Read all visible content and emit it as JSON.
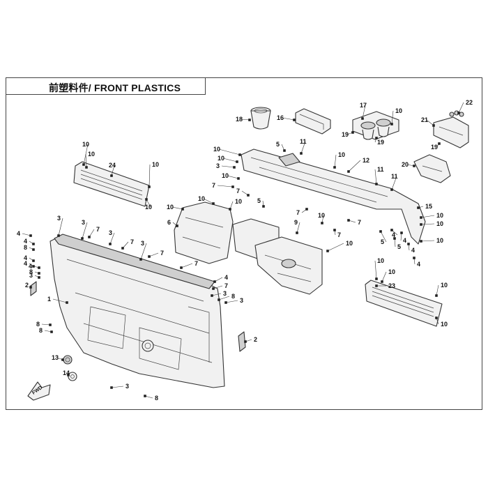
{
  "header": {
    "title": "前塑料件/ FRONT PLASTICS"
  },
  "fwd_label": "FWD",
  "callouts": [
    {
      "id": "c1",
      "label": "18"
    },
    {
      "id": "c2",
      "label": "16"
    },
    {
      "id": "c3",
      "label": "17"
    },
    {
      "id": "c4",
      "label": "10"
    },
    {
      "id": "c5",
      "label": "19"
    },
    {
      "id": "c6",
      "label": "19"
    },
    {
      "id": "c7",
      "label": "22"
    },
    {
      "id": "c8",
      "label": "21"
    },
    {
      "id": "c9",
      "label": "19"
    },
    {
      "id": "c10",
      "label": "5"
    },
    {
      "id": "c11",
      "label": "11"
    },
    {
      "id": "c12",
      "label": "10"
    },
    {
      "id": "c13",
      "label": "10"
    },
    {
      "id": "c14",
      "label": "3"
    },
    {
      "id": "c15",
      "label": "10"
    },
    {
      "id": "c16",
      "label": "12"
    },
    {
      "id": "c17",
      "label": "20"
    },
    {
      "id": "c18",
      "label": "10"
    },
    {
      "id": "c19",
      "label": "10"
    },
    {
      "id": "c20",
      "label": "24"
    },
    {
      "id": "c21",
      "label": "10"
    },
    {
      "id": "c22",
      "label": "10"
    },
    {
      "id": "c23",
      "label": "7"
    },
    {
      "id": "c24",
      "label": "7"
    },
    {
      "id": "c25",
      "label": "10"
    },
    {
      "id": "c26",
      "label": "11"
    },
    {
      "id": "c27",
      "label": "11"
    },
    {
      "id": "c28",
      "label": "10"
    },
    {
      "id": "c29",
      "label": "10"
    },
    {
      "id": "c30",
      "label": "10"
    },
    {
      "id": "c31",
      "label": "6"
    },
    {
      "id": "c32",
      "label": "5"
    },
    {
      "id": "c33",
      "label": "7"
    },
    {
      "id": "c34",
      "label": "15"
    },
    {
      "id": "c35",
      "label": "10"
    },
    {
      "id": "c36",
      "label": "10"
    },
    {
      "id": "c37",
      "label": "3"
    },
    {
      "id": "c38",
      "label": "3"
    },
    {
      "id": "c39",
      "label": "7"
    },
    {
      "id": "c40",
      "label": "4"
    },
    {
      "id": "c41",
      "label": "4"
    },
    {
      "id": "c42",
      "label": "8"
    },
    {
      "id": "c43",
      "label": "3"
    },
    {
      "id": "c44",
      "label": "7"
    },
    {
      "id": "c45",
      "label": "3"
    },
    {
      "id": "c46",
      "label": "7"
    },
    {
      "id": "c47",
      "label": "9"
    },
    {
      "id": "c48",
      "label": "10"
    },
    {
      "id": "c49",
      "label": "10"
    },
    {
      "id": "c50",
      "label": "4"
    },
    {
      "id": "c51",
      "label": "4"
    },
    {
      "id": "c52",
      "label": "8"
    },
    {
      "id": "c53",
      "label": "4"
    },
    {
      "id": "c54",
      "label": "3"
    },
    {
      "id": "c55",
      "label": "2"
    },
    {
      "id": "c56",
      "label": "1"
    },
    {
      "id": "c57",
      "label": "7"
    },
    {
      "id": "c58",
      "label": "4"
    },
    {
      "id": "c59",
      "label": "3"
    },
    {
      "id": "c60",
      "label": "7"
    },
    {
      "id": "c61",
      "label": "23"
    },
    {
      "id": "c62",
      "label": "10"
    },
    {
      "id": "c63",
      "label": "10"
    },
    {
      "id": "c64",
      "label": "8"
    },
    {
      "id": "c65",
      "label": "3"
    },
    {
      "id": "c66",
      "label": "2"
    },
    {
      "id": "c67",
      "label": "13"
    },
    {
      "id": "c68",
      "label": "14"
    },
    {
      "id": "c69",
      "label": "8"
    },
    {
      "id": "c70",
      "label": "8"
    },
    {
      "id": "c71",
      "label": "3"
    },
    {
      "id": "c72",
      "label": "8"
    },
    {
      "id": "c73",
      "label": "5"
    },
    {
      "id": "c74",
      "label": "4"
    },
    {
      "id": "c75",
      "label": "5"
    },
    {
      "id": "c76",
      "label": "4"
    },
    {
      "id": "c77",
      "label": "4"
    },
    {
      "id": "c78",
      "label": "4"
    },
    {
      "id": "c79",
      "label": "7"
    },
    {
      "id": "c80",
      "label": "7"
    },
    {
      "id": "c81",
      "label": "10"
    },
    {
      "id": "c82",
      "label": "10"
    },
    {
      "id": "c83",
      "label": "10"
    }
  ]
}
